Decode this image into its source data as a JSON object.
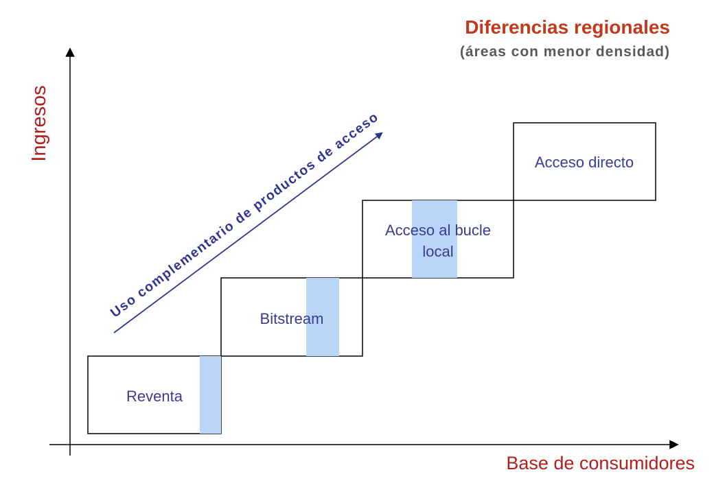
{
  "header": {
    "title": "Diferencias regionales",
    "subtitle": "(áreas con menor densidad)"
  },
  "axes": {
    "y_label": "Ingresos",
    "x_label": "Base de consumidores"
  },
  "steps": [
    {
      "label_lines": [
        "Reventa"
      ]
    },
    {
      "label_lines": [
        "Bitstream"
      ]
    },
    {
      "label_lines": [
        "Acceso al bucle",
        "local"
      ]
    },
    {
      "label_lines": [
        "Acceso directo"
      ]
    }
  ],
  "arrow": {
    "label": "Uso complementario de productos de acceso"
  },
  "colors": {
    "title": "#c0391b",
    "subtitle": "#595959",
    "axis_label": "#b11e1e",
    "step_label": "#3b3b96",
    "arrow": "#2e3590",
    "overlap_fill": "#b9d5f7",
    "outline": "#000000"
  }
}
